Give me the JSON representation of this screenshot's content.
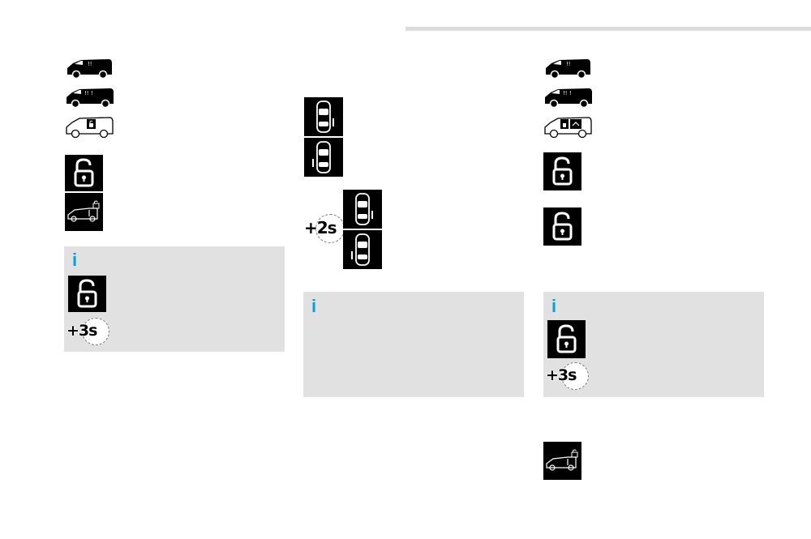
{
  "info_glyph": "i",
  "timers": {
    "three_seconds": "+3s",
    "two_seconds": "+2s"
  },
  "colors": {
    "info_accent": "#00a3e0",
    "panel_background": "#e1e1e1",
    "tile_background": "#000000",
    "rule": "#dcdcdc"
  },
  "icons": {
    "van_short": "van-short-icon",
    "van_long": "van-long-icon",
    "van_rear_door_unlock": "van-rear-door-unlock-icon",
    "van_sliding_door_unlock": "van-sliding-door-unlock-icon",
    "padlock_open": "padlock-open-icon",
    "van_outline_lock": "van-outline-lock-icon",
    "car_door_right": "car-top-view-right-door-icon",
    "car_door_left": "car-top-view-left-door-icon"
  }
}
